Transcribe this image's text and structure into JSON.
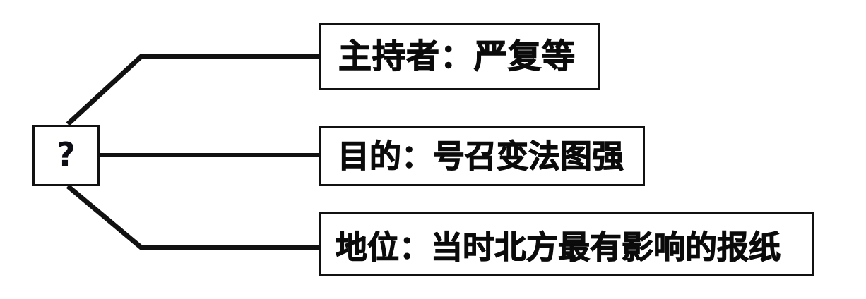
{
  "diagram": {
    "type": "bracket-mind-map",
    "orientation": "left-to-right",
    "background_color": "#ffffff",
    "line_color": "#111111",
    "text_color": "#0b0b0b",
    "root": {
      "label": "?",
      "name": "unknown-subject"
    },
    "branches": [
      {
        "key": "host",
        "label": "主持者：严复等",
        "connector": "elbow-up"
      },
      {
        "key": "goal",
        "label": "目的：号召变法图强",
        "connector": "straight"
      },
      {
        "key": "status",
        "label": "地位：当时北方最有影响的报纸",
        "connector": "elbow-down"
      }
    ]
  }
}
